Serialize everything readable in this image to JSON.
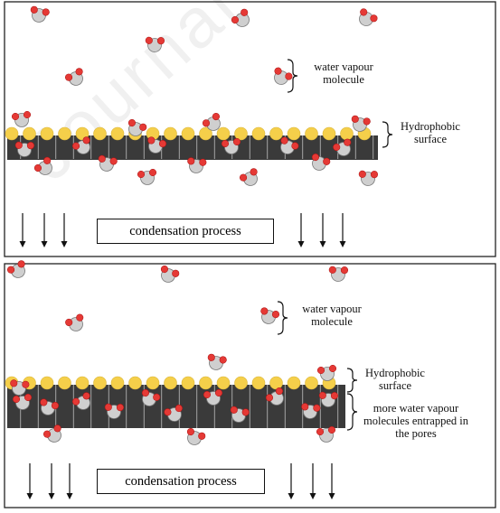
{
  "panel_top": {
    "vapour_label": "water vapour molecule",
    "surface_label": "Hydrophobic surface",
    "process_label": "condensation process"
  },
  "panel_bottom": {
    "vapour_label": "water vapour molecule",
    "surface_label": "Hydrophobic surface",
    "pores_label": "more water vapour molecules entrapped in the pores",
    "process_label": "condensation process"
  },
  "watermark": "Journal Pre-proof",
  "colors": {
    "oxygen_grey": "#cfcfcf",
    "hydrogen_red": "#e53935",
    "surface_dark": "#3a3a3a",
    "bead_yellow": "#f5cf4a"
  }
}
